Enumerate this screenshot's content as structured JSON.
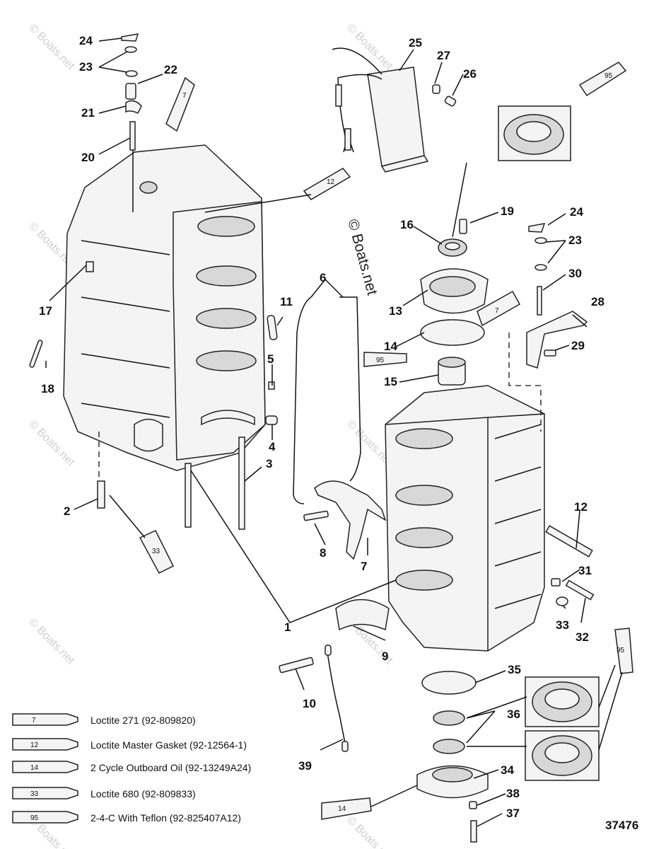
{
  "watermark": {
    "text": "© Boats.net"
  },
  "figure_number": "37476",
  "callouts": [
    {
      "id": "c24a",
      "label": "24"
    },
    {
      "id": "c23a",
      "label": "23"
    },
    {
      "id": "c22",
      "label": "22"
    },
    {
      "id": "c21",
      "label": "21"
    },
    {
      "id": "c20",
      "label": "20"
    },
    {
      "id": "c25",
      "label": "25"
    },
    {
      "id": "c27",
      "label": "27"
    },
    {
      "id": "c26",
      "label": "26"
    },
    {
      "id": "c16",
      "label": "16"
    },
    {
      "id": "c19",
      "label": "19"
    },
    {
      "id": "c24b",
      "label": "24"
    },
    {
      "id": "c23b",
      "label": "23"
    },
    {
      "id": "c30",
      "label": "30"
    },
    {
      "id": "c28",
      "label": "28"
    },
    {
      "id": "c29",
      "label": "29"
    },
    {
      "id": "c13",
      "label": "13"
    },
    {
      "id": "c6",
      "label": "6"
    },
    {
      "id": "c14",
      "label": "14"
    },
    {
      "id": "c15",
      "label": "15"
    },
    {
      "id": "c17",
      "label": "17"
    },
    {
      "id": "c11",
      "label": "11"
    },
    {
      "id": "c5",
      "label": "5"
    },
    {
      "id": "c18",
      "label": "18"
    },
    {
      "id": "c4",
      "label": "4"
    },
    {
      "id": "c3",
      "label": "3"
    },
    {
      "id": "c2",
      "label": "2"
    },
    {
      "id": "c12",
      "label": "12"
    },
    {
      "id": "c8",
      "label": "8"
    },
    {
      "id": "c7",
      "label": "7"
    },
    {
      "id": "c31",
      "label": "31"
    },
    {
      "id": "c33",
      "label": "33"
    },
    {
      "id": "c32",
      "label": "32"
    },
    {
      "id": "c1",
      "label": "1"
    },
    {
      "id": "c9",
      "label": "9"
    },
    {
      "id": "c35",
      "label": "35"
    },
    {
      "id": "c10",
      "label": "10"
    },
    {
      "id": "c36",
      "label": "36"
    },
    {
      "id": "c39",
      "label": "39"
    },
    {
      "id": "c34",
      "label": "34"
    },
    {
      "id": "c38",
      "label": "38"
    },
    {
      "id": "c37",
      "label": "37"
    }
  ],
  "tubes": {
    "t7a": "7",
    "t12": "12",
    "t95a": "95",
    "t7b": "7",
    "t95b": "95",
    "t33": "33",
    "t95c": "95",
    "t14": "14"
  },
  "legend": [
    {
      "code": "7",
      "text": "Loctite 271 (92-809820)"
    },
    {
      "code": "12",
      "text": "Loctite Master Gasket (92-12564-1)"
    },
    {
      "code": "14",
      "text": "2 Cycle Outboard Oil (92-13249A24)"
    },
    {
      "code": "33",
      "text": "Loctite 680 (92-809833)"
    },
    {
      "code": "95",
      "text": "2-4-C With Teflon (92-825407A12)"
    }
  ]
}
